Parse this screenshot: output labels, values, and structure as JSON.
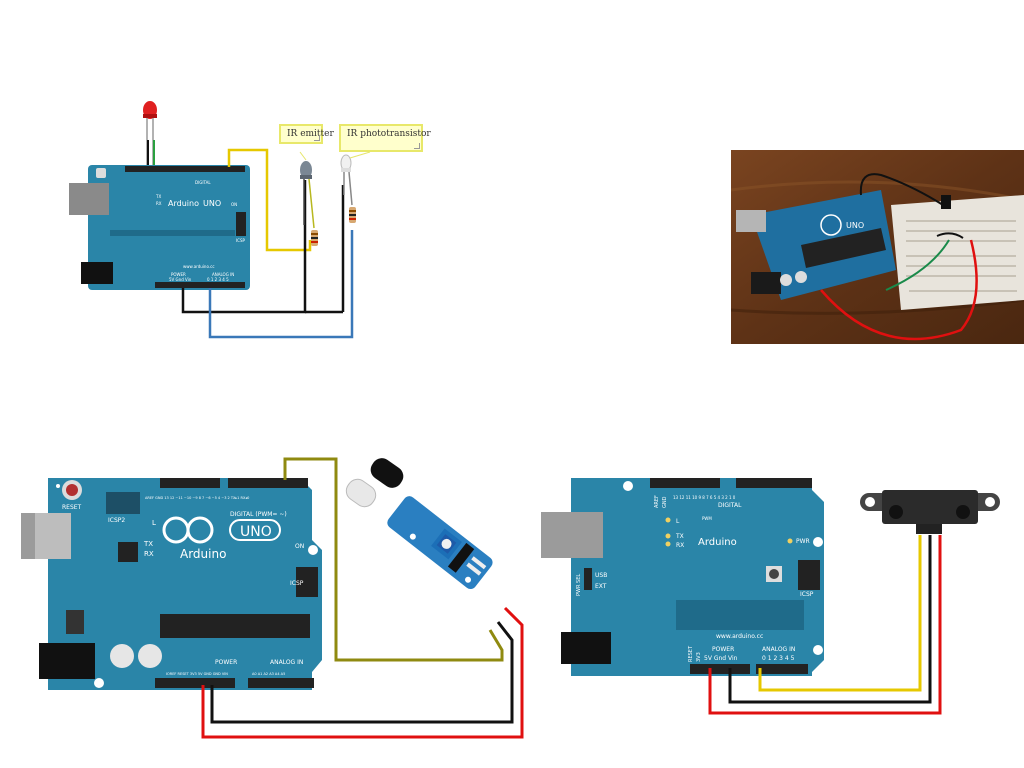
{
  "labels": {
    "ir_emitter": "IR emitter",
    "ir_phototransistor": "IR phototransistor"
  },
  "board1": {
    "brand": "Arduino",
    "model": "UNO",
    "digital": "DIGITAL",
    "tx": "TX",
    "rx": "RX",
    "on": "ON",
    "icsp": "ICSP",
    "url": "www.arduino.cc",
    "power": "POWER",
    "analog_in": "ANALOG IN",
    "power_pins": "5V Gnd Vin",
    "analog_pins": "0 1 2 3 4 5"
  },
  "board2": {
    "brand": "Arduino",
    "model": "UNO",
    "reset": "RESET",
    "icsp2": "ICSP2",
    "digital": "DIGITAL (PWM= ~)",
    "l": "L",
    "tx": "TX",
    "rx": "RX",
    "on": "ON",
    "icsp": "ICSP",
    "power": "POWER",
    "analog_in": "ANALOG IN",
    "pin_labels_power": "IOREF RESET 3V3 5V GND GND VIN",
    "pin_labels_analog": "A0 A1 A2 A3 A4 A5",
    "pin_labels_digital": "AREF GND 13 12 ~11 ~10 ~9 8   7 ~6 ~5 4 ~3 2 TX▸1 RX◂0"
  },
  "board3": {
    "brand": "Arduino",
    "digital": "DIGITAL",
    "l": "L",
    "tx": "TX",
    "rx": "RX",
    "pwr": "PWR",
    "icsp": "ICSP",
    "usb": "USB",
    "ext": "EXT",
    "pwr_sel": "PWR SEL",
    "url": "www.arduino.cc",
    "power": "POWER",
    "analog_in": "ANALOG IN",
    "reset": "RESET",
    "v33": "3V3",
    "power_pins": "5V Gnd Vin",
    "analog_pins": "0 1 2 3 4 5",
    "aref": "AREF",
    "gnd": "GND",
    "digital_pins": "13 12 11 10 9 8   7 6 5 4 3 2 1 0",
    "pwm": "PWM"
  },
  "photo": {
    "board_brand": "UNO"
  },
  "colors": {
    "board": "#2a85a8",
    "board_dark": "#1f6b8a",
    "wire_red": "#e01010",
    "wire_black": "#111111",
    "wire_yellow": "#e6c800",
    "wire_blue": "#3a78b8",
    "wire_olive": "#8f8a10",
    "wood": "#6b3b1c"
  },
  "icons": [
    "led-icon",
    "resistor-icon",
    "ir-sensor-icon",
    "distance-sensor-icon"
  ]
}
